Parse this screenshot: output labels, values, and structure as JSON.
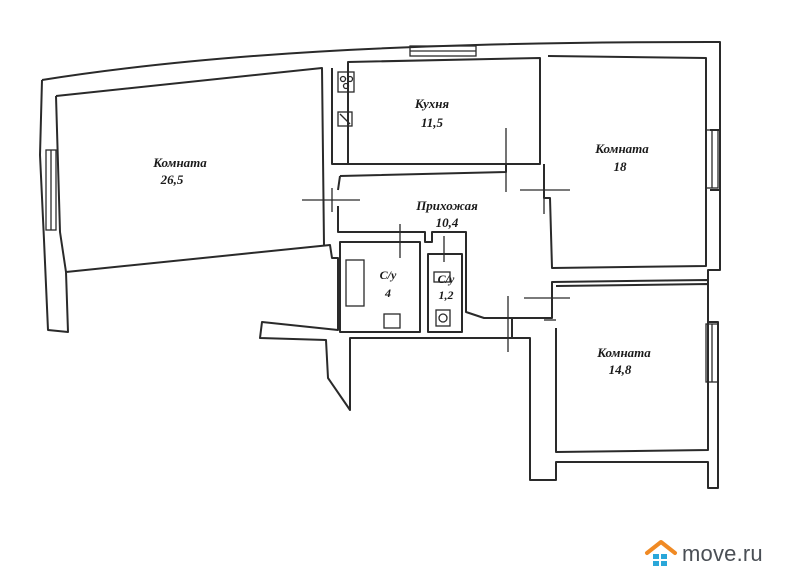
{
  "rooms": [
    {
      "id": "room-large",
      "name": "Комната",
      "area": "26,5"
    },
    {
      "id": "kitchen",
      "name": "Кухня",
      "area": "11,5"
    },
    {
      "id": "room-right-top",
      "name": "Комната",
      "area": "18"
    },
    {
      "id": "hallway",
      "name": "Прихожая",
      "area": "10,4"
    },
    {
      "id": "bathroom",
      "name": "С/у",
      "area": "4"
    },
    {
      "id": "toilet",
      "name": "С/у",
      "area": "1,2"
    },
    {
      "id": "room-right-bottom",
      "name": "Комната",
      "area": "14,8"
    }
  ],
  "watermark": {
    "brand": "move.ru",
    "icon": "house-icon"
  },
  "colors": {
    "line": "#2a2a2a",
    "brand_orange": "#f08a24",
    "brand_blue": "#2aa7d9",
    "brand_text": "#4a4f55"
  }
}
